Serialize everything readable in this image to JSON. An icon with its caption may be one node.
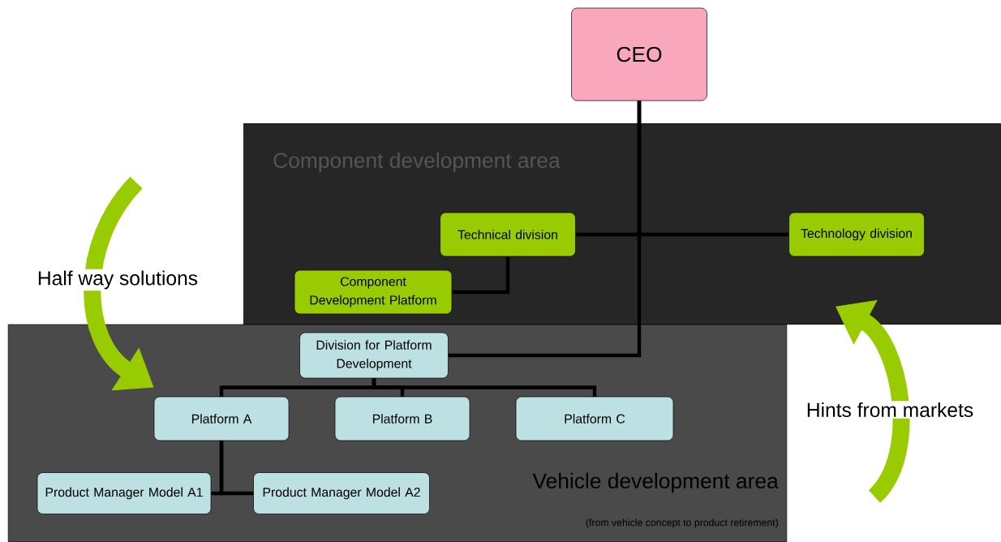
{
  "diagram": {
    "nodes": [
      {
        "text": [
          "CEO"
        ]
      },
      {
        "text": [
          "Component development area"
        ]
      },
      {
        "text": [
          "Technical division"
        ],
        "in": 1
      },
      {
        "text": [
          "Technology division"
        ],
        "in": 1
      },
      {
        "text": [
          "Component Development Platform"
        ],
        "in": 1
      },
      {
        "text": [
          "Vehicle development area",
          "(from vehicle concept to product retirement)"
        ]
      },
      {
        "text": [
          "Division for Platform Development"
        ],
        "in": 5
      },
      {
        "text": [
          "Platform A"
        ],
        "in": 5
      },
      {
        "text": [
          "Platform B"
        ],
        "in": 5
      },
      {
        "text": [
          "Platform C"
        ],
        "in": 5
      },
      {
        "text": [
          "Product Manager Model A1"
        ],
        "in": 5
      },
      {
        "text": [
          "Product Manager Model A2"
        ],
        "in": 5
      }
    ],
    "edges": [
      {
        "from": 0,
        "to": 2,
        "arrow": "none"
      },
      {
        "from": 0,
        "to": 3,
        "arrow": "none"
      },
      {
        "from": 0,
        "to": 6,
        "arrow": "none"
      },
      {
        "from": 2,
        "to": 4,
        "arrow": "none"
      },
      {
        "from": 6,
        "to": 7,
        "arrow": "none"
      },
      {
        "from": 6,
        "to": 8,
        "arrow": "none"
      },
      {
        "from": 6,
        "to": 9,
        "arrow": "none"
      },
      {
        "from": 7,
        "to": 10,
        "arrow": "none"
      },
      {
        "from": 7,
        "to": 11,
        "arrow": "none"
      },
      {
        "from": null,
        "to": 5,
        "arrow": "to",
        "label": "Half way solutions",
        "style": "thick",
        "color": "#99cc00"
      },
      {
        "from": null,
        "to": 1,
        "arrow": "to",
        "label": "Hints from markets",
        "style": "thick",
        "color": "#99cc00"
      }
    ]
  }
}
